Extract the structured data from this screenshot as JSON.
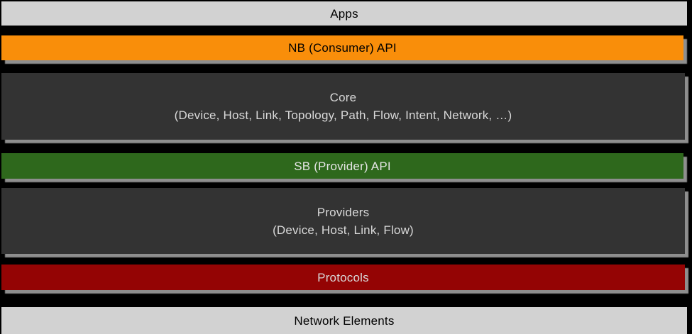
{
  "colors": {
    "background": "#000000",
    "light_gray_layer": "#d2d2d2",
    "orange_layer": "#f98e0a",
    "dark_layer": "#333333",
    "green_layer": "#2e681c",
    "red_layer": "#940404",
    "shadow_gray": "#8e8e8e",
    "dark_layer_text": "#d9d9d9",
    "light_layer_text": "#000000"
  },
  "layers": [
    {
      "label": "Apps",
      "bg": "#d2d2d2",
      "text_color": "#000000"
    },
    {
      "label": "NB (Consumer) API",
      "bg": "#f98e0a",
      "text_color": "#000000"
    },
    {
      "label": "Core",
      "sublabel": "(Device, Host, Link, Topology, Path, Flow, Intent, Network, …)",
      "bg": "#333333",
      "text_color": "#d9d9d9"
    },
    {
      "label": "SB (Provider) API",
      "bg": "#2e681c",
      "text_color": "#e4e4e4"
    },
    {
      "label": "Providers",
      "sublabel": "(Device, Host, Link, Flow)",
      "bg": "#333333",
      "text_color": "#d9d9d9"
    },
    {
      "label": "Protocols",
      "bg": "#940404",
      "text_color": "#d9d9d9"
    },
    {
      "label": "Network Elements",
      "bg": "#d2d2d2",
      "text_color": "#000000"
    }
  ]
}
